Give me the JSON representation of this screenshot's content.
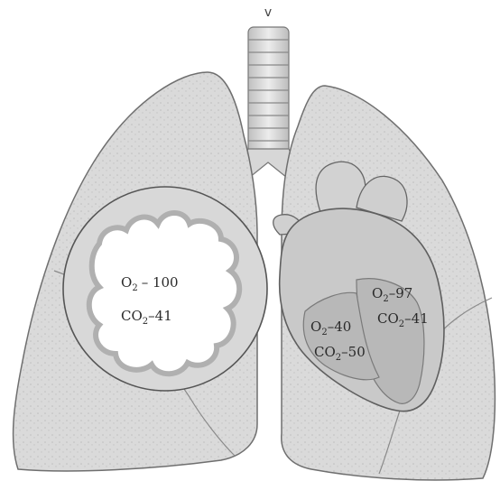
{
  "top_mark": "v",
  "alveolus": {
    "o2": {
      "symbol": "O",
      "sub": "2",
      "value": "– 100"
    },
    "co2": {
      "symbol": "CO",
      "sub": "2",
      "value": "–41"
    }
  },
  "left_ventricle": {
    "o2": {
      "symbol": "O",
      "sub": "2",
      "value": "–97"
    },
    "co2": {
      "symbol": "CO",
      "sub": "2",
      "value": "–41"
    }
  },
  "right_ventricle": {
    "o2": {
      "symbol": "O",
      "sub": "2",
      "value": "–40"
    },
    "co2": {
      "symbol": "CO",
      "sub": "2",
      "value": "–50"
    }
  },
  "colors": {
    "lung_fill": "#d9d9d9",
    "lung_stroke": "#6f6f6f",
    "heart_fill": "#c9c9c9",
    "ventricle_fill": "#b8b8b8",
    "alveolus_ring": "#bdbdbd"
  }
}
